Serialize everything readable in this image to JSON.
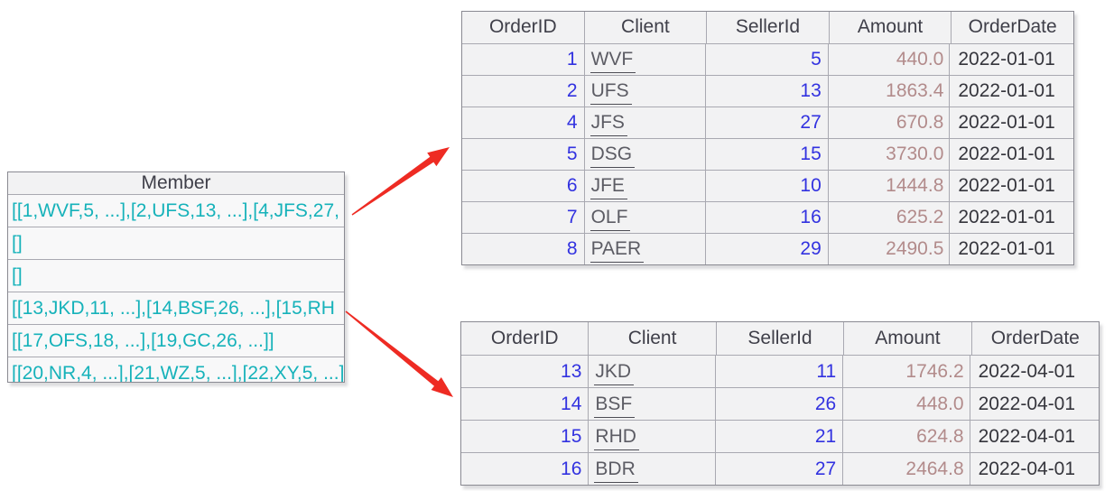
{
  "colors": {
    "arrow-red": "#ee2b23",
    "id-blue": "#3232e0",
    "amount-rose": "#b28b8b",
    "date-dark": "#35353c",
    "header-dark": "#3f3f49",
    "client-gray": "#5c5c64",
    "underline-gray": "#4c4c54",
    "member-teal": "#16b2ba",
    "cell-bg": "#f2f2f3",
    "member-bg": "#f8f8f9",
    "border-outer": "#8a8a92",
    "border-inner": "#a9a9b1"
  },
  "member_table": {
    "header": "Member",
    "rows": [
      "[[1,WVF,5, ...],[2,UFS,13, ...],[4,JFS,27,",
      "[]",
      "[]",
      "[[13,JKD,11, ...],[14,BSF,26, ...],[15,RH",
      "[[17,OFS,18, ...],[19,GC,26, ...]]",
      "[[20,NR,4, ...],[21,WZ,5, ...],[22,XY,5, ...]"
    ]
  },
  "orders_table_1": {
    "columns": [
      "OrderID",
      "Client",
      "SellerId",
      "Amount",
      "OrderDate"
    ],
    "rows": [
      {
        "order_id": "1",
        "client": "WVF",
        "seller_id": "5",
        "amount": "440.0",
        "order_date": "2022-01-01"
      },
      {
        "order_id": "2",
        "client": "UFS",
        "seller_id": "13",
        "amount": "1863.4",
        "order_date": "2022-01-01"
      },
      {
        "order_id": "4",
        "client": "JFS",
        "seller_id": "27",
        "amount": "670.8",
        "order_date": "2022-01-01"
      },
      {
        "order_id": "5",
        "client": "DSG",
        "seller_id": "15",
        "amount": "3730.0",
        "order_date": "2022-01-01"
      },
      {
        "order_id": "6",
        "client": "JFE",
        "seller_id": "10",
        "amount": "1444.8",
        "order_date": "2022-01-01"
      },
      {
        "order_id": "7",
        "client": "OLF",
        "seller_id": "16",
        "amount": "625.2",
        "order_date": "2022-01-01"
      },
      {
        "order_id": "8",
        "client": "PAER",
        "seller_id": "29",
        "amount": "2490.5",
        "order_date": "2022-01-01"
      }
    ]
  },
  "orders_table_2": {
    "columns": [
      "OrderID",
      "Client",
      "SellerId",
      "Amount",
      "OrderDate"
    ],
    "rows": [
      {
        "order_id": "13",
        "client": "JKD",
        "seller_id": "11",
        "amount": "1746.2",
        "order_date": "2022-04-01"
      },
      {
        "order_id": "14",
        "client": "BSF",
        "seller_id": "26",
        "amount": "448.0",
        "order_date": "2022-04-01"
      },
      {
        "order_id": "15",
        "client": "RHD",
        "seller_id": "21",
        "amount": "624.8",
        "order_date": "2022-04-01"
      },
      {
        "order_id": "16",
        "client": "BDR",
        "seller_id": "27",
        "amount": "2464.8",
        "order_date": "2022-04-01"
      }
    ]
  }
}
